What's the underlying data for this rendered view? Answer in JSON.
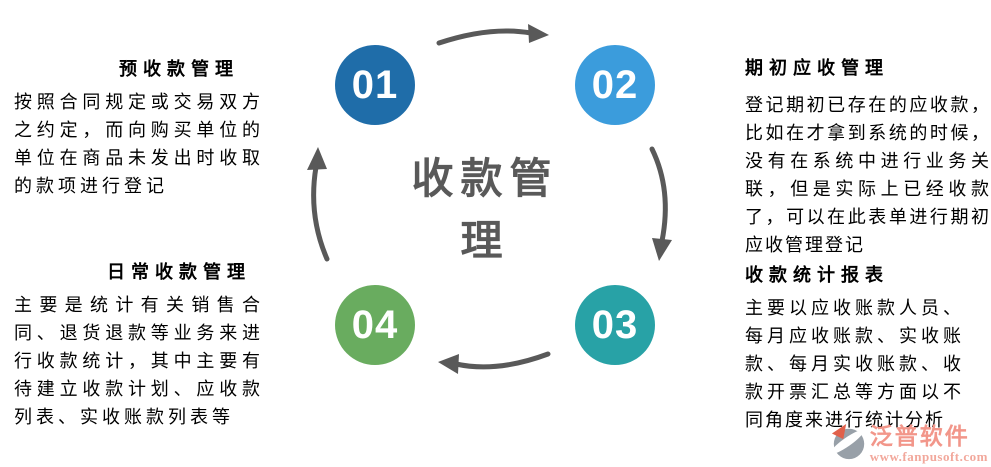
{
  "center": {
    "title": "收款管理"
  },
  "steps": [
    {
      "number": "01",
      "title": "预收款管理",
      "description": "按照合同规定或交易双方之约定，而向购买单位的单位在商品未发出时收取的款项进行登记",
      "color": "#1F6DA9",
      "position": "top-left"
    },
    {
      "number": "02",
      "title": "期初应收管理",
      "description": "登记期初已存在的应收款，比如在才拿到系统的时候，没有在系统中进行业务关联，但是实际上已经收款了，可以在此表单进行期初应收管理登记",
      "color": "#3B9CDC",
      "position": "top-right"
    },
    {
      "number": "03",
      "title": "收款统计报表",
      "description": "主要以应收账款人员、每月应收账款、实收账款、每月实收账款、收款开票汇总等方面以不同角度来进行统计分析",
      "color": "#28A2A6",
      "position": "bottom-right"
    },
    {
      "number": "04",
      "title": "日常收款管理",
      "description": "主要是统计有关销售合同、退货退款等业务来进行收款统计，其中主要有待建立收款计划、应收款列表、实收账款列表等",
      "color": "#69AC5F",
      "position": "bottom-left"
    }
  ],
  "flow": {
    "arrow_color": "#595959",
    "center_text_color": "#595959",
    "direction": "clockwise"
  },
  "watermark": {
    "brand": "泛普软件",
    "url": "www.fanpusoft.com",
    "brand_color": "#F2968A",
    "url_color": "#F2A89C",
    "logo_gray": "#98A0A8",
    "logo_orange": "#E0604A"
  }
}
